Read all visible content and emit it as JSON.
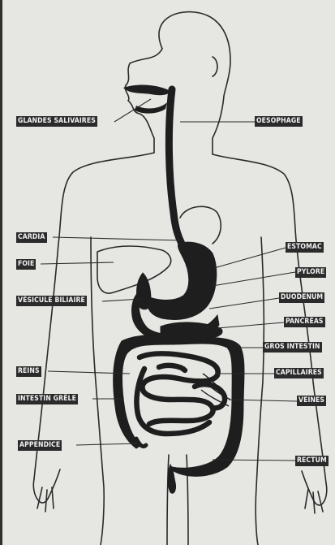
{
  "labels": {
    "glandes_salivaires": "GLANDES SALIVAIRES",
    "oesophage": "OESOPHAGE",
    "cardia": "CARDIA",
    "foie": "FOIE",
    "vesicule_biliaire": "VÉSICULE BILIAIRE",
    "reins": "REINS",
    "intestin_grele": "INTESTIN GRÊLE",
    "appendice": "APPENDICE",
    "estomac": "ESTOMAC",
    "pylore": "PYLORE",
    "duodenum": "DUODENUM",
    "pancreas": "PANCRÉAS",
    "gros_intestin": "GROS INTESTIN",
    "capillaires": "CAPILLAIRES",
    "veines": "VEINES",
    "rectum": "RECTUM"
  },
  "colors": {
    "paper": "#e6e6e3",
    "ink": "#1e1e1e",
    "label_bg": "#2b2b2b",
    "label_text": "#f2f2f2"
  }
}
